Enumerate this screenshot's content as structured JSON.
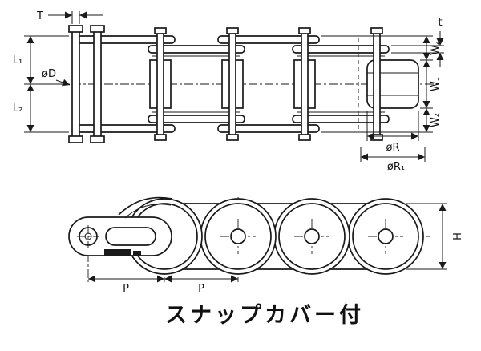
{
  "colors": {
    "ink": "#1a1a1a",
    "paper": "#ffffff"
  },
  "top_view": {
    "labels": {
      "thickness_T": "T",
      "length_L1": "L₁",
      "length_L2": "L₂",
      "pin_diameter": "øD",
      "plate_thickness_t": "t",
      "width_W2_top": "W₂",
      "width_W1": "W₁",
      "width_W2_bottom": "W₂",
      "roller_diameter_R": "øR",
      "roller_diameter_R1": "øR₁"
    }
  },
  "side_view": {
    "labels": {
      "pitch_left": "P",
      "pitch_right": "P",
      "plate_height_H": "H"
    }
  },
  "caption": "スナップカバー付"
}
